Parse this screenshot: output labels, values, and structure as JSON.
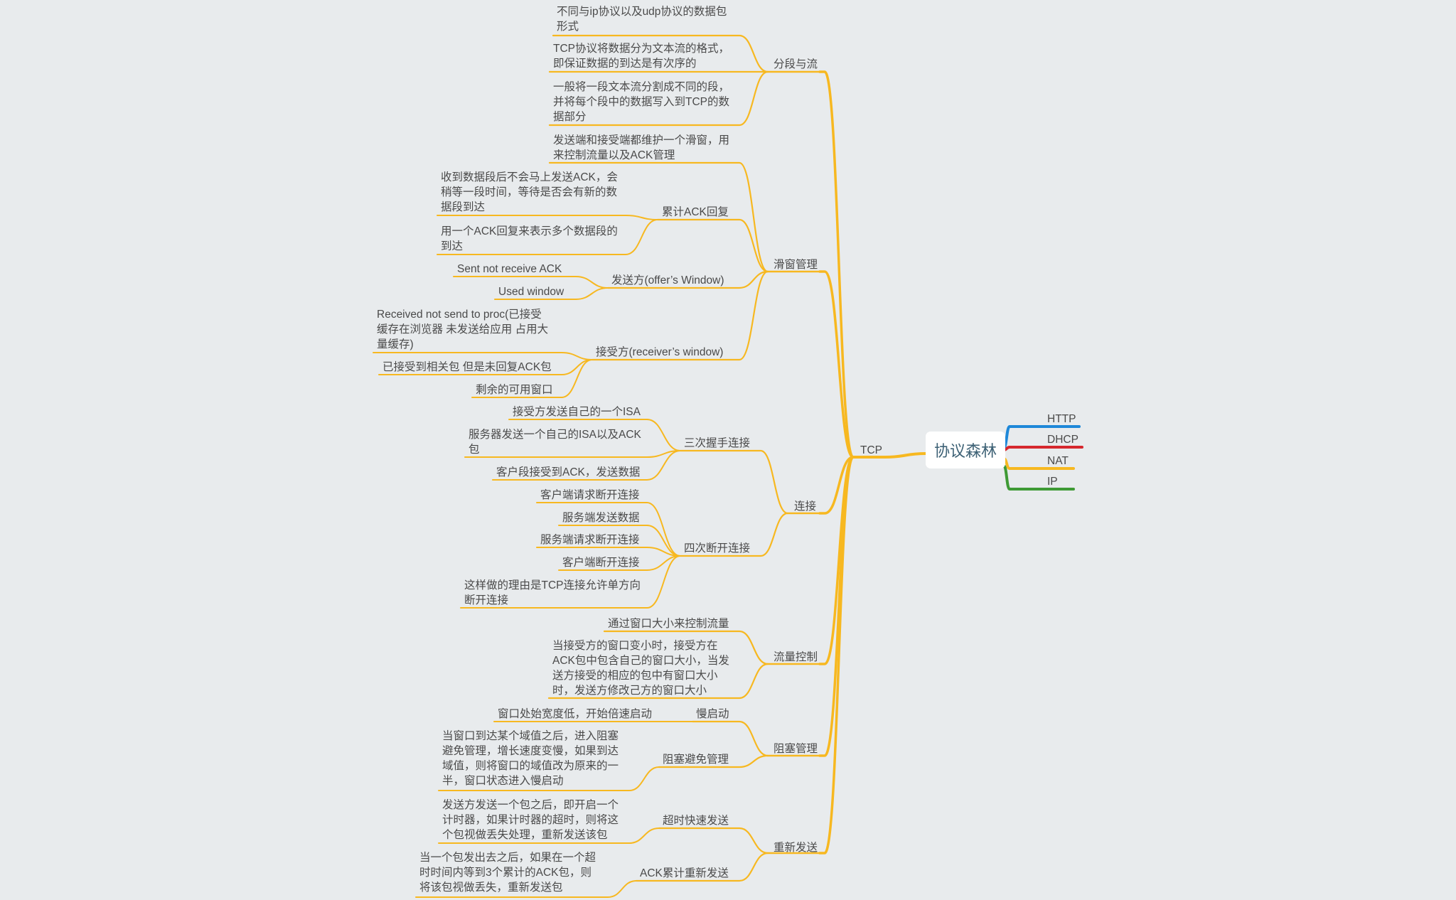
{
  "root": "协议森林",
  "colors": {
    "main": "#f7b820",
    "http": "#1e88d9",
    "dhcp": "#d6282e",
    "nat": "#f7b820",
    "ip": "#3e9a35"
  },
  "right_branches": [
    "HTTP",
    "DHCP",
    "NAT",
    "IP"
  ],
  "tcp": {
    "label": "TCP",
    "segment": {
      "label": "分段与流",
      "items": [
        "不同与ip协议以及udp协议的数据包\n形式",
        "TCP协议将数据分为文本流的格式，\n即保证数据的到达是有次序的",
        "一般将一段文本流分割成不同的段，\n并将每个段中的数据写入到TCP的数\n据部分"
      ]
    },
    "window": {
      "label": "滑窗管理",
      "intro": "发送端和接受端都维护一个滑窗，用\n来控制流量以及ACK管理",
      "ack": {
        "label": "累计ACK回复",
        "items": [
          "收到数据段后不会马上发送ACK，会\n稍等一段时间，等待是否会有新的数\n据段到达",
          "用一个ACK回复来表示多个数据段的\n到达"
        ]
      },
      "sender": {
        "label": "发送方(offer’s Window)",
        "items": [
          "Sent not receive ACK",
          "Used window"
        ]
      },
      "receiver": {
        "label": "接受方(receiver’s window)",
        "items": [
          "Received not send to proc(已接受\n缓存在浏览器 未发送给应用 占用大\n量缓存)",
          "已接受到相关包 但是未回复ACK包",
          "剩余的可用窗口"
        ]
      }
    },
    "connection": {
      "label": "连接",
      "three": {
        "label": "三次握手连接",
        "items": [
          "接受方发送自己的一个ISA",
          "服务器发送一个自己的ISA以及ACK\n包",
          "客户段接受到ACK，发送数据"
        ]
      },
      "four": {
        "label": "四次断开连接",
        "items": [
          "客户端请求断开连接",
          "服务端发送数据",
          "服务端请求断开连接",
          "客户端断开连接",
          "这样做的理由是TCP连接允许单方向\n断开连接"
        ]
      }
    },
    "flow": {
      "label": "流量控制",
      "items": [
        "通过窗口大小来控制流量",
        "当接受方的窗口变小时，接受方在\nACK包中包含自己的窗口大小，当发\n送方接受的相应的包中有窗口大小\n时，发送方修改己方的窗口大小"
      ]
    },
    "congestion": {
      "label": "阻塞管理",
      "slow": {
        "label": "慢启动",
        "item": "窗口处始宽度低，开始倍速启动"
      },
      "avoid": {
        "label": "阻塞避免管理",
        "item": "当窗口到达某个域值之后，进入阻塞\n避免管理，增长速度变慢，如果到达\n域值，则将窗口的域值改为原来的一\n半，窗口状态进入慢启动"
      }
    },
    "resend": {
      "label": "重新发送",
      "timeout": {
        "label": "超时快速发送",
        "item": "发送方发送一个包之后，即开启一个\n计时器，如果计时器的超时，则将这\n个包视做丢失处理，重新发送该包"
      },
      "ack3": {
        "label": "ACK累计重新发送",
        "item": "当一个包发出去之后，如果在一个超\n时时间内等到3个累计的ACK包，则\n将该包视做丢失，重新发送包"
      }
    }
  }
}
